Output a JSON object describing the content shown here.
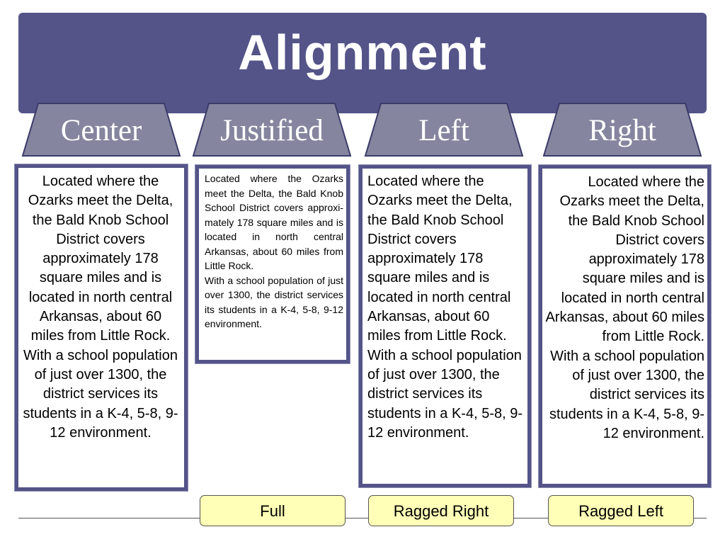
{
  "slide": {
    "title": "Alignment",
    "colors": {
      "banner": "#545489",
      "tab_fill": "#85859f",
      "tab_border": "#3b3b6a",
      "box_border": "#545489",
      "pill_fill": "#ffffb7"
    }
  },
  "tabs": [
    {
      "label": "Center"
    },
    {
      "label": "Justified"
    },
    {
      "label": "Left"
    },
    {
      "label": "Right"
    }
  ],
  "boxes": [
    {
      "align": "center",
      "p1": "Located where the Ozarks meet the Delta, the Bald Knob School District covers approximately 178 square miles and is located in north central Arkansas, about 60 miles from Little Rock.",
      "p2": "With a school population of just over 1300, the district services its students in a K-4, 5-8, 9-12 environment."
    },
    {
      "align": "justify",
      "p1": "Located where the Ozarks meet the Delta, the Bald Knob School District covers approxi-mately 178 square miles and is located in north central Arkansas, about 60 miles from Little Rock.",
      "p2": "With a school population of just over 1300, the district services its students in a K-4, 5-8, 9-12 environment."
    },
    {
      "align": "left",
      "p1": "Located where the Ozarks meet the Delta, the Bald Knob School District covers approximately 178 square miles and is located in north central Arkansas, about 60 miles from Little Rock.",
      "p2": "With a school population of just over 1300, the district services its students in a K-4, 5-8, 9-12 environment."
    },
    {
      "align": "right",
      "p1": "Located where the Ozarks meet the Delta, the Bald Knob School District covers approximately 178 square miles and is located in north central Arkansas, about 60 miles from Little Rock.",
      "p2": "With a school population of just over 1300, the district services its students in a K-4, 5-8, 9-12 environment."
    }
  ],
  "pills": [
    {
      "label": "Full"
    },
    {
      "label": "Ragged Right"
    },
    {
      "label": "Ragged Left"
    }
  ]
}
